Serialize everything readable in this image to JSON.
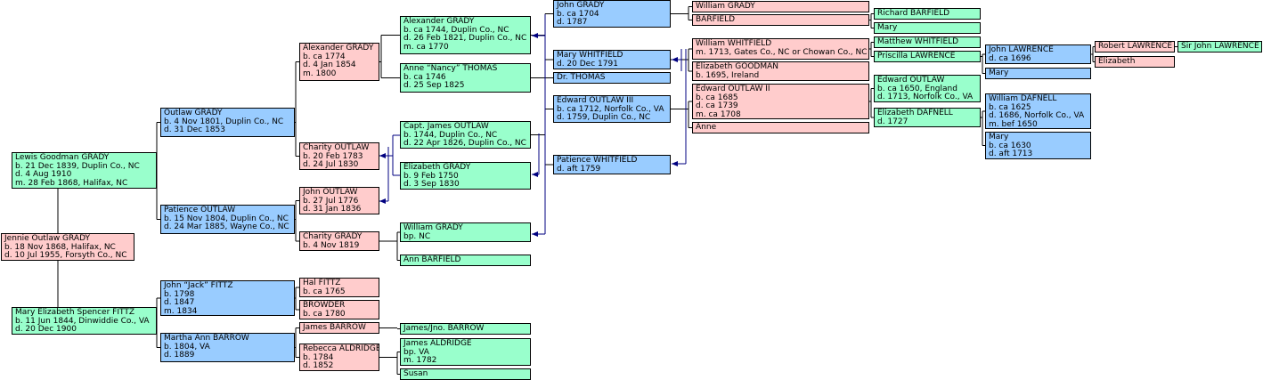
{
  "colors": {
    "pink": "#ffcccc",
    "blue": "#99ccff",
    "green": "#99ffcc",
    "connector": "#000000",
    "arrow": "#000080"
  },
  "people": [
    {
      "id": "jennie",
      "color": "pink",
      "lines": [
        "Jennie Outlaw GRADY",
        "b. 18 Nov 1868, Halifax, NC",
        "d. 10 Jul 1955, Forsyth Co., NC"
      ]
    },
    {
      "id": "lewis",
      "color": "green",
      "lines": [
        "Lewis Goodman GRADY",
        "b. 21 Dec 1839, Duplin Co., NC",
        "d. 4 Aug 1910",
        "m. 28 Feb 1868, Halifax, NC"
      ]
    },
    {
      "id": "mary_fittz",
      "color": "green",
      "lines": [
        "Mary Elizabeth Spencer FITTZ",
        "b. 11 Jun 1844, Dinwiddie Co., VA",
        "d. 20 Dec 1900"
      ]
    },
    {
      "id": "outlaw_grady",
      "color": "blue",
      "lines": [
        "Outlaw GRADY",
        "b. 4 Nov 1801, Duplin Co., NC",
        "d. 31 Dec 1853"
      ]
    },
    {
      "id": "patience_outlaw",
      "color": "blue",
      "lines": [
        "Patience OUTLAW",
        "b. 15 Nov 1804, Duplin Co., NC",
        "d. 24 Mar 1885, Wayne Co., NC"
      ]
    },
    {
      "id": "john_fittz",
      "color": "blue",
      "lines": [
        "John “Jack” FITTZ",
        "b. 1798",
        "d. 1847",
        "m. 1834"
      ]
    },
    {
      "id": "martha_barrow",
      "color": "blue",
      "lines": [
        "Martha Ann BARROW",
        "b. 1804, VA",
        "d. 1889"
      ]
    },
    {
      "id": "alexander_1774",
      "color": "pink",
      "lines": [
        "Alexander GRADY",
        "b. ca 1774",
        "d. 4 Jan 1854",
        "m. 1800"
      ]
    },
    {
      "id": "charity_outlaw",
      "color": "pink",
      "lines": [
        "Charity OUTLAW",
        "b. 20 Feb 1783",
        "d. 24 Jul 1830"
      ]
    },
    {
      "id": "john_outlaw",
      "color": "pink",
      "lines": [
        "John OUTLAW",
        "b. 27 Jul 1776",
        "d. 31 Jan 1836"
      ]
    },
    {
      "id": "charity_grady",
      "color": "pink",
      "lines": [
        "Charity GRADY",
        "b. 4 Nov 1819"
      ]
    },
    {
      "id": "hal_fittz",
      "color": "pink",
      "lines": [
        "Hal FITTZ",
        "b. ca 1765"
      ]
    },
    {
      "id": "browder",
      "color": "pink",
      "lines": [
        "BROWDER",
        "b. ca 1780"
      ]
    },
    {
      "id": "james_barrow",
      "color": "pink",
      "lines": [
        "James BARROW"
      ]
    },
    {
      "id": "rebecca_aldridge",
      "color": "pink",
      "lines": [
        "Rebecca ALDRIDGE",
        "b. 1784",
        "d. 1852"
      ]
    },
    {
      "id": "alexander_1744",
      "color": "green",
      "lines": [
        "Alexander GRADY",
        "b. ca 1744, Duplin Co., NC",
        "d. 26 Feb 1821, Duplin Co., NC",
        "m. ca 1770"
      ]
    },
    {
      "id": "anne_thomas",
      "color": "green",
      "lines": [
        "Anne “Nancy” THOMAS",
        "b. ca 1746",
        "d. 25 Sep 1825"
      ]
    },
    {
      "id": "capt_james",
      "color": "green",
      "lines": [
        "Capt. James OUTLAW",
        "b. 1744, Duplin Co., NC",
        "d. 22 Apr 1826, Duplin Co., NC"
      ]
    },
    {
      "id": "elizabeth_grady",
      "color": "green",
      "lines": [
        "Elizabeth GRADY",
        "b. 9 Feb 1750",
        "d. 3 Sep 1830"
      ]
    },
    {
      "id": "william_grady_nc",
      "color": "green",
      "lines": [
        "William GRADY",
        "bp. NC"
      ]
    },
    {
      "id": "ann_barfield",
      "color": "green",
      "lines": [
        "Ann BARFIELD"
      ]
    },
    {
      "id": "james_jno_barrow",
      "color": "green",
      "lines": [
        "James/Jno. BARROW"
      ]
    },
    {
      "id": "james_aldridge",
      "color": "green",
      "lines": [
        "James ALDRIDGE",
        "bp. VA",
        "m. 1782"
      ]
    },
    {
      "id": "susan",
      "color": "green",
      "lines": [
        "Susan"
      ]
    },
    {
      "id": "john_grady",
      "color": "blue",
      "lines": [
        "John GRADY",
        "b. ca 1704",
        "d. 1787"
      ]
    },
    {
      "id": "mary_whitfield",
      "color": "blue",
      "lines": [
        "Mary WHITFIELD",
        "d. 20 Dec 1791"
      ]
    },
    {
      "id": "dr_thomas",
      "color": "blue",
      "lines": [
        "Dr. THOMAS"
      ]
    },
    {
      "id": "edward_outlaw_3",
      "color": "blue",
      "lines": [
        "Edward OUTLAW III",
        "b. ca 1712, Norfolk Co., VA",
        "d. 1759, Duplin Co., NC"
      ]
    },
    {
      "id": "patience_whitfield",
      "color": "blue",
      "lines": [
        "Patience WHITFIELD",
        "d. aft 1759"
      ]
    },
    {
      "id": "william_grady",
      "color": "pink",
      "lines": [
        "William GRADY"
      ]
    },
    {
      "id": "barfield",
      "color": "pink",
      "lines": [
        "BARFIELD"
      ]
    },
    {
      "id": "william_whitfield",
      "color": "pink",
      "lines": [
        "William WHITFIELD",
        "m. 1713, Gates Co., NC or Chowan Co., NC"
      ]
    },
    {
      "id": "elizabeth_goodman",
      "color": "pink",
      "lines": [
        "Elizabeth GOODMAN",
        "b. 1695, Ireland"
      ]
    },
    {
      "id": "edward_outlaw_2",
      "color": "pink",
      "lines": [
        "Edward OUTLAW II",
        "b. ca 1685",
        "d. ca 1739",
        "m. ca 1708"
      ]
    },
    {
      "id": "anne",
      "color": "pink",
      "lines": [
        "Anne"
      ]
    },
    {
      "id": "richard_barfield",
      "color": "green",
      "lines": [
        "Richard BARFIELD"
      ]
    },
    {
      "id": "mary_g7",
      "color": "green",
      "lines": [
        "Mary"
      ]
    },
    {
      "id": "matthew_whitfield",
      "color": "green",
      "lines": [
        "Matthew WHITFIELD"
      ]
    },
    {
      "id": "priscilla_lawrence",
      "color": "green",
      "lines": [
        "Priscilla LAWRENCE"
      ]
    },
    {
      "id": "edward_outlaw_1",
      "color": "green",
      "lines": [
        "Edward OUTLAW",
        "b. ca 1650, England",
        "d. 1713, Norfolk Co., VA"
      ]
    },
    {
      "id": "elizabeth_dafnell",
      "color": "green",
      "lines": [
        "Elizabeth DAFNELL",
        "d. 1727"
      ]
    },
    {
      "id": "john_lawrence",
      "color": "blue",
      "lines": [
        "John LAWRENCE",
        "d. ca 1696"
      ]
    },
    {
      "id": "mary_g8a",
      "color": "blue",
      "lines": [
        "Mary"
      ]
    },
    {
      "id": "william_dafnell",
      "color": "blue",
      "lines": [
        "William DAFNELL",
        "b. ca 1625",
        "d. 1686, Norfolk Co., VA",
        "m. bef 1650"
      ]
    },
    {
      "id": "mary_g8b",
      "color": "blue",
      "lines": [
        "Mary",
        "b. ca 1630",
        "d. aft 1713"
      ]
    },
    {
      "id": "robert_lawrence",
      "color": "pink",
      "lines": [
        "Robert LAWRENCE"
      ]
    },
    {
      "id": "elizabeth_g9",
      "color": "pink",
      "lines": [
        "Elizabeth"
      ]
    },
    {
      "id": "sir_john_lawrence",
      "color": "green",
      "lines": [
        "Sir John LAWRENCE"
      ]
    }
  ]
}
